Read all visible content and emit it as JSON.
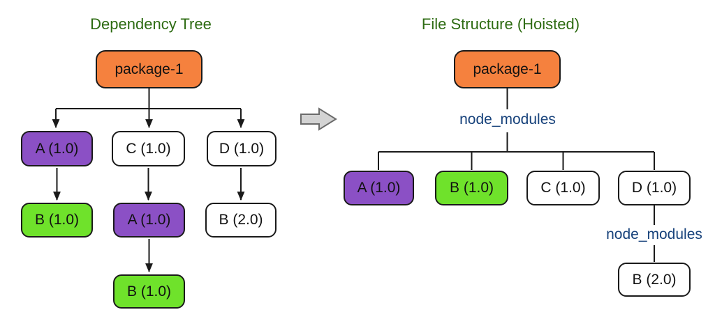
{
  "left_panel": {
    "title": "Dependency Tree",
    "nodes": {
      "package1": "package-1",
      "a1": "A (1.0)",
      "c1": "C (1.0)",
      "d1": "D (1.0)",
      "b1_under_a": "B (1.0)",
      "a1_under_c": "A (1.0)",
      "b2_under_d": "B (2.0)",
      "b1_deep": "B (1.0)"
    }
  },
  "right_panel": {
    "title": "File Structure (Hoisted)",
    "node_modules_root": "node_modules",
    "node_modules_nested": "node_modules",
    "nodes": {
      "package1": "package-1",
      "a1": "A (1.0)",
      "b1": "B (1.0)",
      "c1": "C (1.0)",
      "d1": "D (1.0)",
      "b2": "B (2.0)"
    }
  },
  "icons": {
    "transform_arrow": "right-block-arrow"
  },
  "colors": {
    "node_orange": "#F5813E",
    "node_purple": "#8B50C5",
    "node_green": "#6FE22B",
    "node_white": "#FFFFFF",
    "node_border": "#1A1A1A",
    "title_green": "#2D6B12",
    "node_modules_blue": "#17427B",
    "connector_black": "#1A1A1A",
    "transform_arrow_fill": "#D3D3D3",
    "transform_arrow_stroke": "#6B6B6B"
  }
}
